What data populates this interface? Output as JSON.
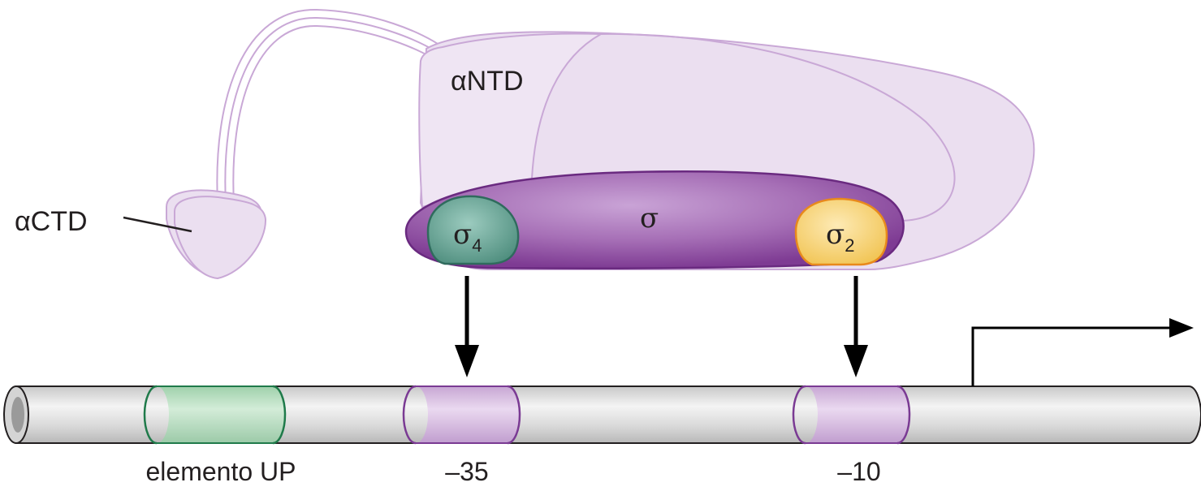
{
  "labels": {
    "alpha_ctd": "αCTD",
    "alpha_ntd": "αNTD",
    "sigma": "σ",
    "sigma4": {
      "base": "σ",
      "sub": "4"
    },
    "sigma2": {
      "base": "σ",
      "sub": "2"
    },
    "up_element": "elemento UP",
    "minus35": "–35",
    "minus10": "–10"
  },
  "colors": {
    "rnap_fill": "#ebdff0",
    "rnap_stroke": "#c9a8d6",
    "sigma_fill": "#9a5aa8",
    "sigma4_fill": "#5f9e90",
    "sigma2_fill": "#f4cf6a",
    "sigma2_stroke": "#e8891c",
    "up_element_fill": "#bfe0c6",
    "up_element_stroke": "#1f7a4a",
    "box_fill": "#d8c4e0",
    "box_stroke": "#7a3a93",
    "dna_fill": "#dedede"
  }
}
